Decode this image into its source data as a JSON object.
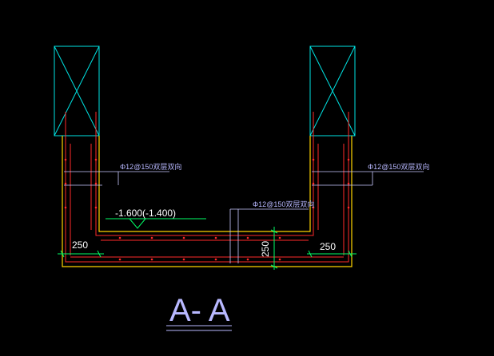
{
  "colors": {
    "background": "#000000",
    "column": "#00e5e5",
    "slab_outline": "#ffd400",
    "rebar": "#ff2a2a",
    "dimension": "#00ff66",
    "leader": "#c8c8ff",
    "text": "#ffffff"
  },
  "annotations": {
    "left_wall_rebar": "Φ12@150双层双向",
    "right_wall_rebar": "Φ12@150双层双向",
    "bottom_slab_rebar": "Φ12@150双层双向",
    "elevation": "-1.600(-1.400)"
  },
  "dimensions": {
    "left_wall": "250",
    "right_wall": "250",
    "slab_thickness": "250"
  },
  "section_title": "A- A"
}
